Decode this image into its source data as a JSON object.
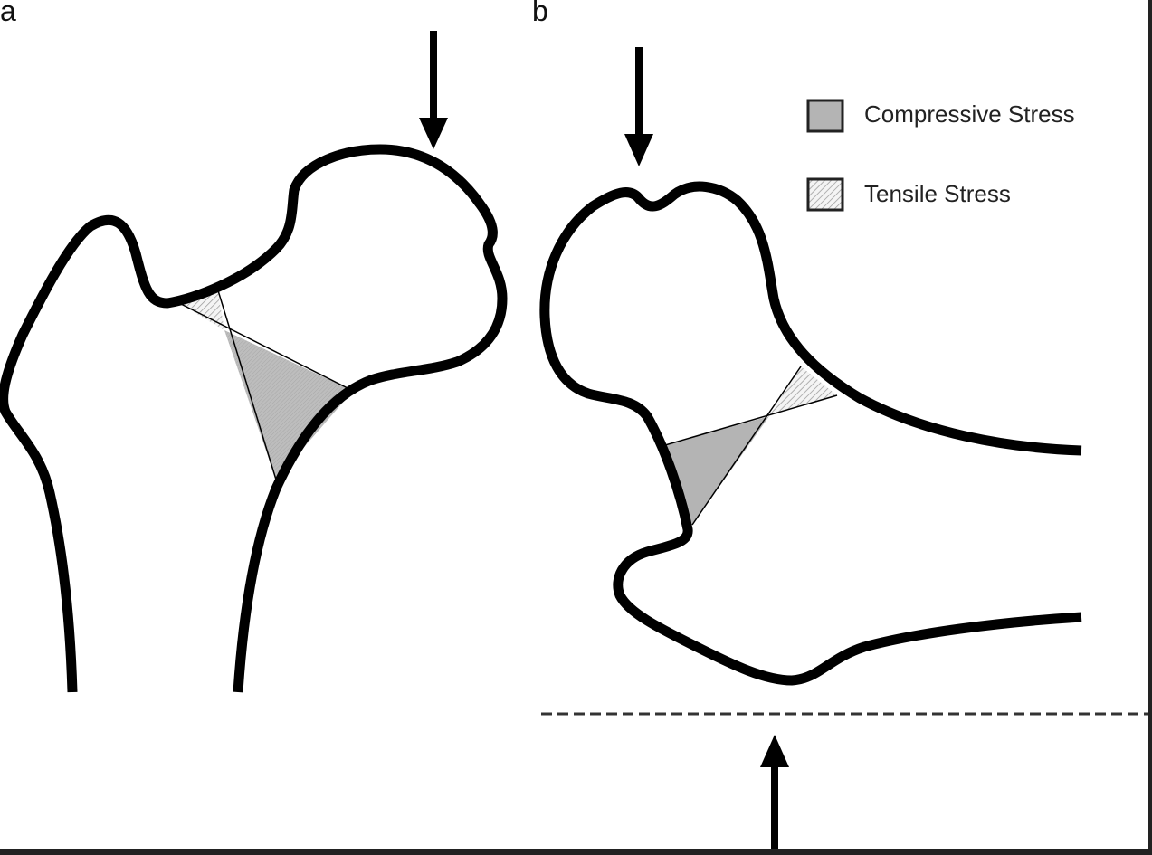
{
  "panels": {
    "a": "a",
    "b": "b"
  },
  "legend": {
    "compressive": "Compressive Stress",
    "tensile": "Tensile Stress"
  },
  "colors": {
    "outline": "#000000",
    "compressive_fill": "#b4b4b4",
    "tensile_hatch": "#9a9a9a",
    "frame": "#222222"
  }
}
